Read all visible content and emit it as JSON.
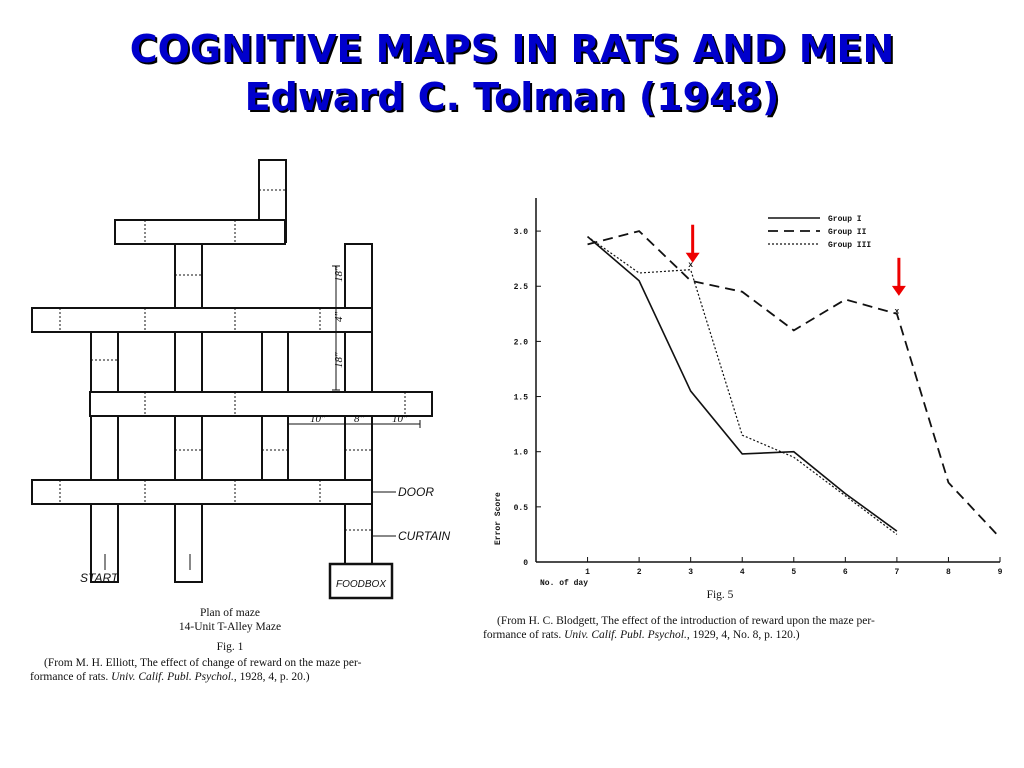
{
  "slide": {
    "title_line1": "COGNITIVE MAPS IN RATS AND MEN",
    "title_line2": "Edward C. Tolman (1948)"
  },
  "maze_figure": {
    "labels": {
      "start": "START",
      "door": "DOOR",
      "curtain": "CURTAIN",
      "food_box": "FOODBOX",
      "dim_10_left": "10\"",
      "dim_8": "8\"",
      "dim_10_right": "10\"",
      "dim_18_top": "18\"",
      "dim_4": "4\"",
      "dim_18_bottom": "18\""
    },
    "caption_line1": "Plan of maze",
    "caption_line2": "14-Unit T-Alley Maze",
    "fig_label": "Fig. 1",
    "citation_line1_prefix": "(From M. H. Elliott, The effect of change of reward on the maze per-",
    "citation_line2_prefix": "formance of rats.",
    "citation_journal": "Univ. Calif. Publ. Psychol.",
    "citation_line2_suffix": ", 1928, 4, p. 20.)"
  },
  "chart_figure": {
    "fig_label": "Fig. 5",
    "citation_line1": "(From H. C. Blodgett, The effect of the introduction of reward upon the maze per-",
    "citation_line2_prefix": "formance of rats.",
    "citation_journal": "Univ. Calif. Publ. Psychol.",
    "citation_line2_suffix": ", 1929, 4, No. 8, p. 120.)"
  },
  "chart_data": {
    "type": "line",
    "title": "",
    "xlabel": "No. of day",
    "ylabel": "Error Score",
    "x": [
      1,
      2,
      3,
      4,
      5,
      6,
      7,
      8,
      9
    ],
    "x_tick_labels": [
      "1",
      "2",
      "3",
      "4",
      "5",
      "6",
      "7",
      "8",
      "9"
    ],
    "y_tick_labels": [
      "0",
      "0.5",
      "1.0",
      "1.5",
      "2.0",
      "2.5",
      "3.0"
    ],
    "y_ticks": [
      0,
      0.5,
      1.0,
      1.5,
      2.0,
      2.5,
      3.0
    ],
    "xlim": [
      0,
      9
    ],
    "ylim": [
      0,
      3.3
    ],
    "grid": false,
    "legend_position": "top-right",
    "series": [
      {
        "name": "Group I",
        "style": "solid",
        "x": [
          1,
          2,
          3,
          4,
          5,
          6,
          7
        ],
        "values": [
          2.95,
          2.55,
          1.55,
          0.98,
          1.0,
          0.62,
          0.28
        ]
      },
      {
        "name": "Group II",
        "style": "dashed",
        "x": [
          1,
          2,
          3,
          4,
          5,
          6,
          7,
          8,
          9
        ],
        "values": [
          2.88,
          3.0,
          2.55,
          2.45,
          2.1,
          2.38,
          2.25,
          0.72,
          0.22
        ]
      },
      {
        "name": "Group III",
        "style": "dotted",
        "x": [
          1,
          2,
          3,
          4,
          5,
          6,
          7
        ],
        "values": [
          2.95,
          2.62,
          2.65,
          1.15,
          0.95,
          0.6,
          0.25
        ]
      }
    ],
    "annotations": [
      {
        "text": "x",
        "x": 3,
        "y": 2.7
      },
      {
        "text": "x",
        "x": 7,
        "y": 2.28
      }
    ],
    "arrows": [
      {
        "x": 3,
        "color": "#ee0000"
      },
      {
        "x": 7,
        "color": "#ee0000"
      }
    ]
  }
}
